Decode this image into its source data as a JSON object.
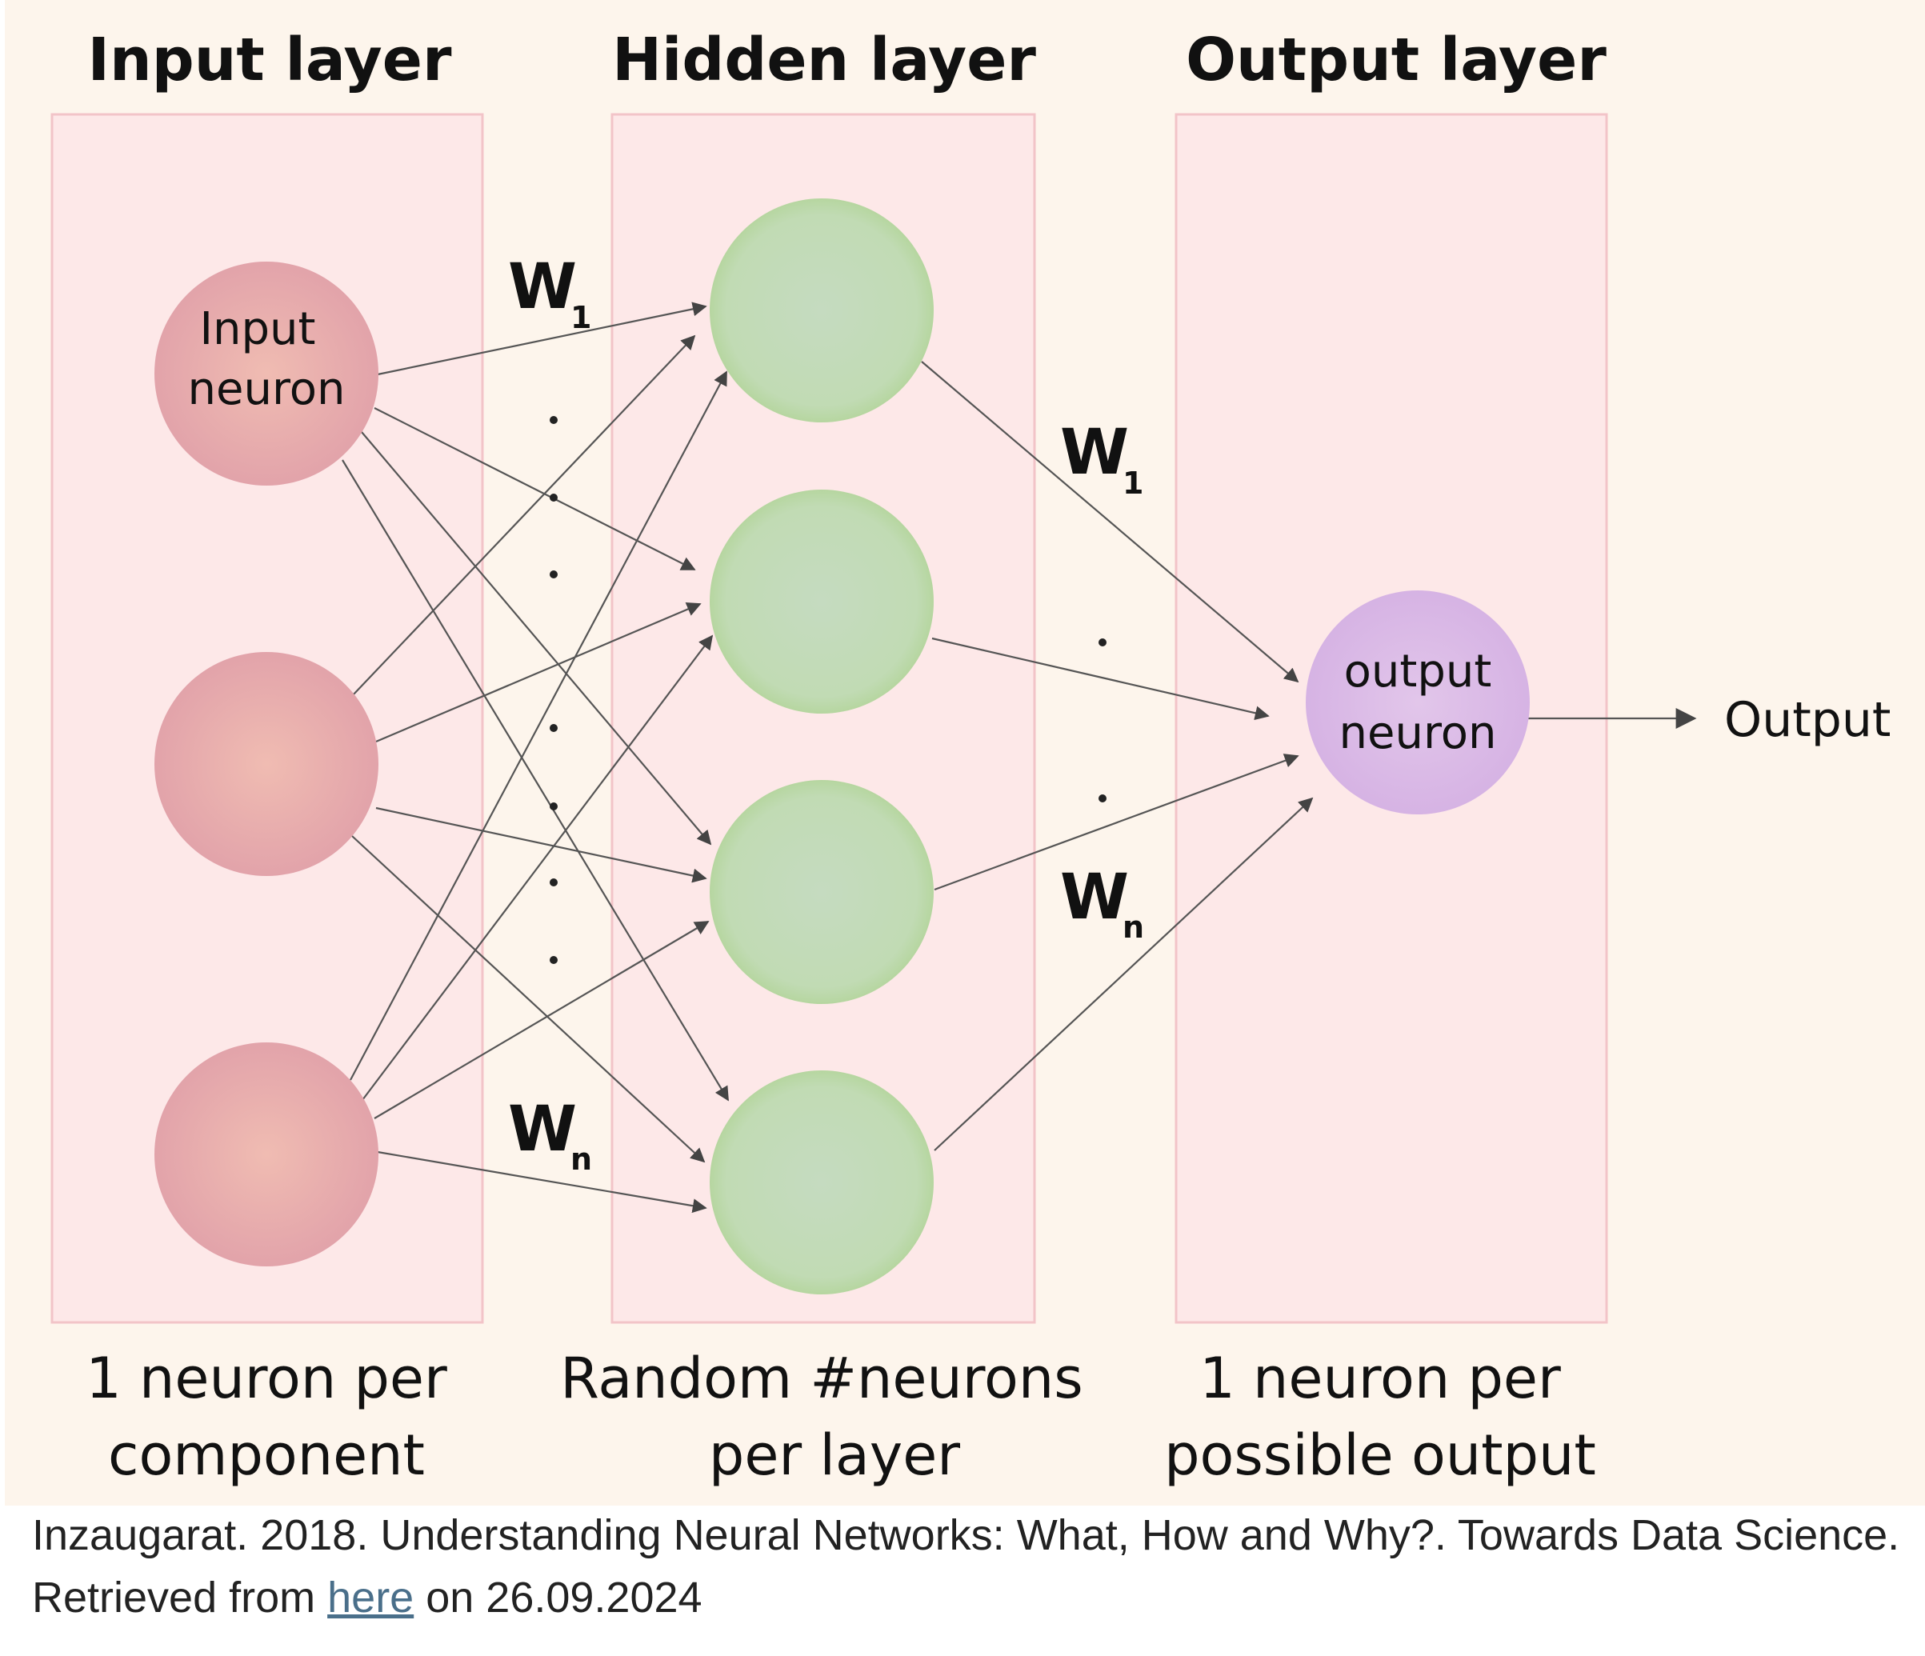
{
  "layers": {
    "input": {
      "title": "Input layer",
      "caption_line1": "1 neuron per",
      "caption_line2": "component",
      "neuron_label_line1": "Input",
      "neuron_label_line2": "neuron",
      "neuron_count": 3
    },
    "hidden": {
      "title": "Hidden layer",
      "caption_line1": "Random #neurons",
      "caption_line2": "per layer",
      "neuron_count": 4
    },
    "output": {
      "title": "Output layer",
      "caption_line1": "1 neuron per",
      "caption_line2": "possible output",
      "neuron_label_line1": "output",
      "neuron_label_line2": "neuron",
      "neuron_count": 1
    }
  },
  "weights": {
    "symbol": "W",
    "first_sub": "1",
    "last_sub": "n"
  },
  "output_arrow_label": "Output",
  "citation": {
    "text_before_link": "Inzaugarat. 2018. Understanding Neural Networks: What, How and Why?. Towards Data Science. Retrieved from ",
    "link_text": "here",
    "text_after_link": " on 26.09.2024"
  },
  "colors": {
    "background": "#fdf5ec",
    "panel_fill": "#fde8e8",
    "panel_border": "#f2c4c8",
    "input_neuron": "#e3a6ab",
    "input_neuron_center": "#eeb8b0",
    "hidden_neuron": "#c4dcb8",
    "hidden_neuron_edge": "#b8d8a4",
    "output_neuron": "#ddbfe8",
    "output_neuron_edge": "#cfaee0",
    "connection": "#555555",
    "link": "#4a6f8a"
  }
}
